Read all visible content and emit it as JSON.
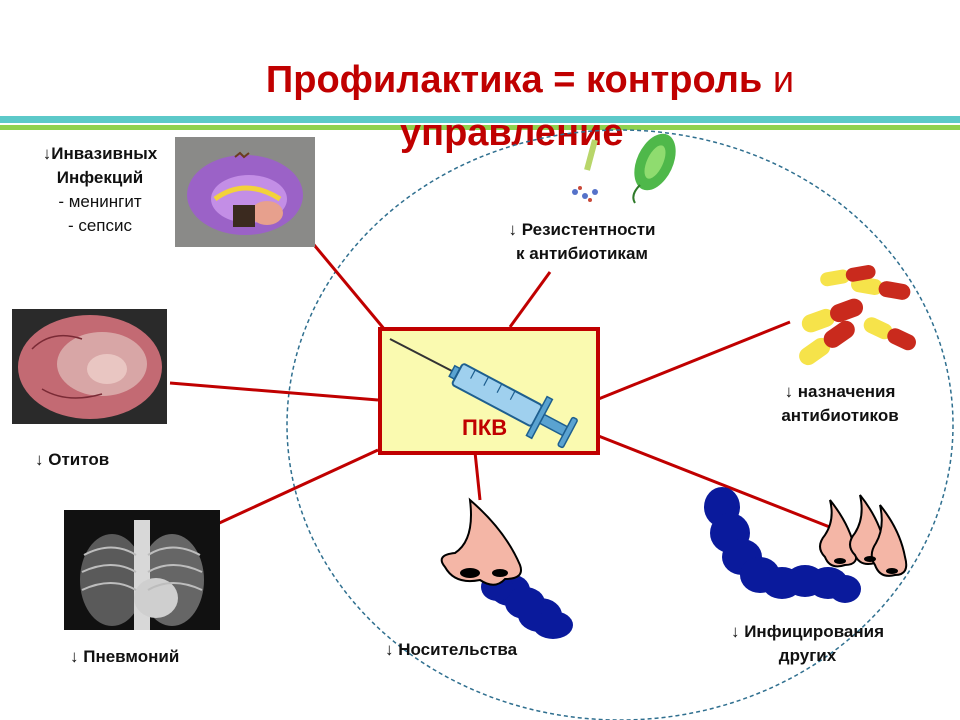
{
  "slide": {
    "title_main": "Профилактика = контроль",
    "title_suffix": " и",
    "title_line2": "управление",
    "center_label": "ПКВ",
    "nodes": {
      "invasive": {
        "line1": "↓Инвазивных",
        "line2": "Инфекций",
        "line3": "- менингит",
        "line4": "- сепсис"
      },
      "resistance": {
        "line1": "↓ Резистентности",
        "line2": "к антибиотикам"
      },
      "prescription": {
        "line1": "↓ назначения",
        "line2": "антибиотиков"
      },
      "otitis": {
        "line1": "↓ Отитов"
      },
      "pneumonia": {
        "line1": "↓ Пневмоний"
      },
      "carriage": {
        "line1": "↓ Носительства"
      },
      "infecting": {
        "line1": "↓ Инфицирования",
        "line2": "других"
      }
    }
  },
  "colors": {
    "accent": "#c00000",
    "band_teal": "#5cc9c9",
    "band_green": "#8fd14f",
    "box_fill": "#fafab0",
    "bacteria_blue": "#0a1a9c",
    "nose_skin": "#f4b6a6"
  }
}
